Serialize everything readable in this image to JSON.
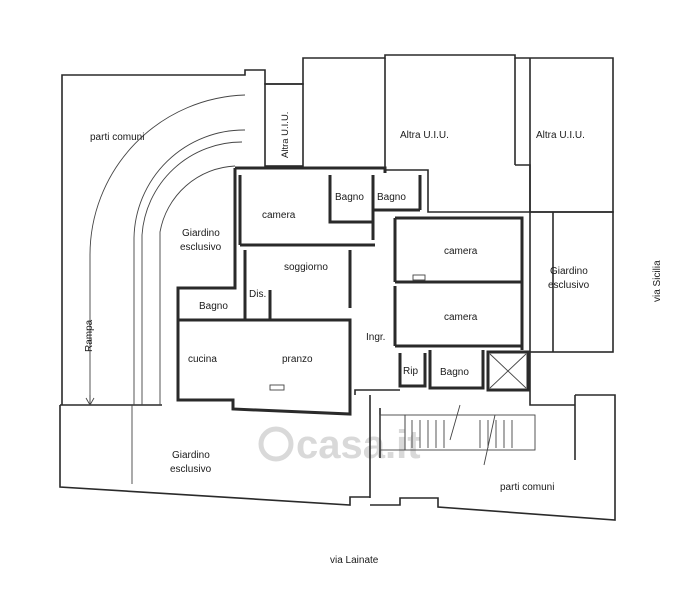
{
  "rooms": {
    "parti_comuni_top": "parti comuni",
    "altra_uiu_vertical": "Altra U.I.U.",
    "altra_uiu_1": "Altra U.I.U.",
    "altra_uiu_2": "Altra U.I.U.",
    "camera_1": "camera",
    "bagno_1": "Bagno",
    "bagno_2": "Bagno",
    "giardino_left_1": "Giardino",
    "giardino_left_2": "esclusivo",
    "camera_2": "camera",
    "giardino_right_1": "Giardino",
    "giardino_right_2": "esclusivo",
    "soggiorno": "soggiorno",
    "dis": "Dis.",
    "bagno_3": "Bagno",
    "camera_3": "camera",
    "ingr": "Ingr.",
    "rampa": "Rampa",
    "cucina": "cucina",
    "pranzo": "pranzo",
    "rip": "Rip",
    "bagno_4": "Bagno",
    "giardino_bottom_1": "Giardino",
    "giardino_bottom_2": "esclusivo",
    "parti_comuni_bottom": "parti comuni"
  },
  "streets": {
    "via_sicilia": "via Sicilia",
    "via_lainate": "via Lainate"
  },
  "watermark": {
    "text": "casa.it"
  }
}
